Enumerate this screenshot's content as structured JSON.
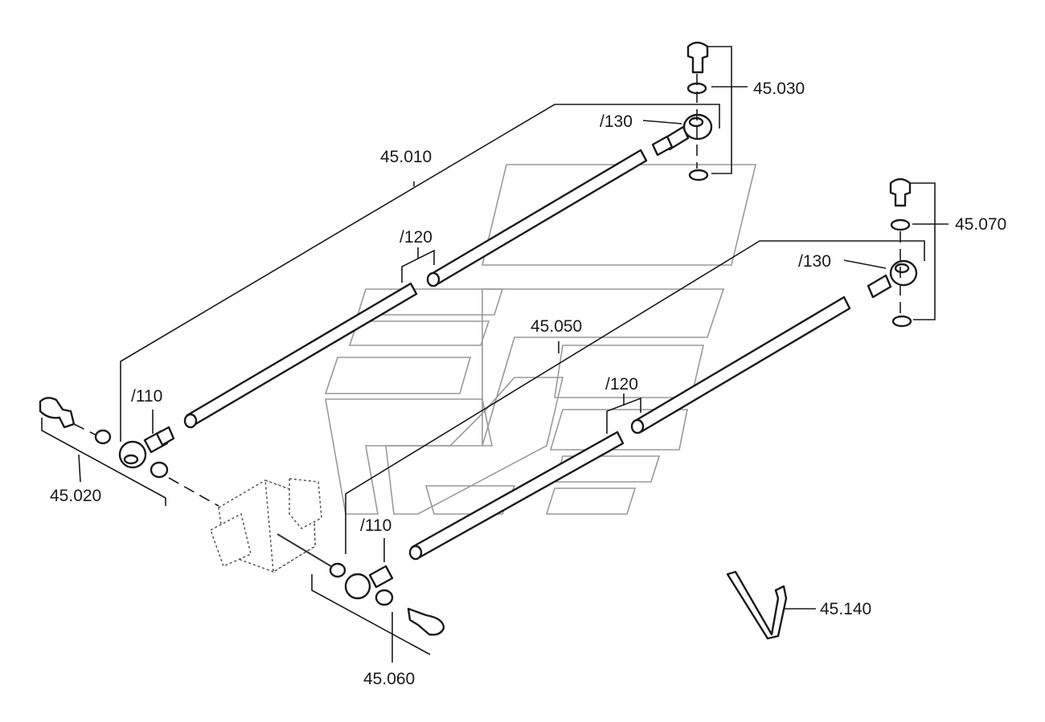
{
  "diagram": {
    "labels": {
      "p45_010": "45.010",
      "p45_020": "45.020",
      "p45_030": "45.030",
      "p45_050": "45.050",
      "p45_060": "45.060",
      "p45_070": "45.070",
      "p45_140": "45.140",
      "sub110_a": "/110",
      "sub110_b": "/110",
      "sub120_a": "/120",
      "sub120_b": "/120",
      "sub130_a": "/130",
      "sub130_b": "/130"
    }
  }
}
